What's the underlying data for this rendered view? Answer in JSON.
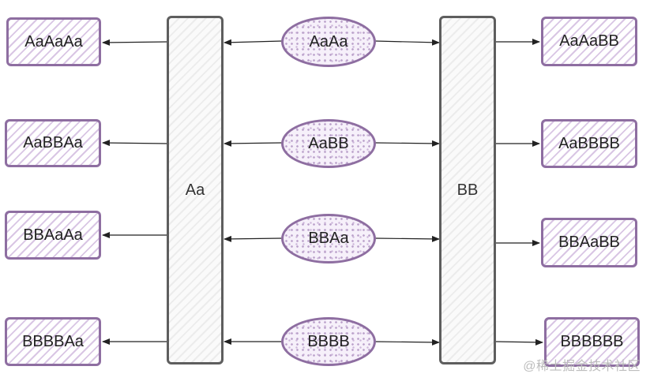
{
  "left_outputs": [
    "AaAaAa",
    "AaBBAa",
    "BBAaAa",
    "BBBBAa"
  ],
  "left_bar": "Aa",
  "center_inputs": [
    "AaAa",
    "AaBB",
    "BBAa",
    "BBBB"
  ],
  "right_bar": "BB",
  "right_outputs": [
    "AaAaBB",
    "AaBBBB",
    "BBAaBB",
    "BBBBBB"
  ],
  "watermark": "@稀土掘金技术社区",
  "colors": {
    "box_border": "#8e6ea1",
    "bar_border": "#5e5e5e",
    "arrow": "#222222"
  }
}
